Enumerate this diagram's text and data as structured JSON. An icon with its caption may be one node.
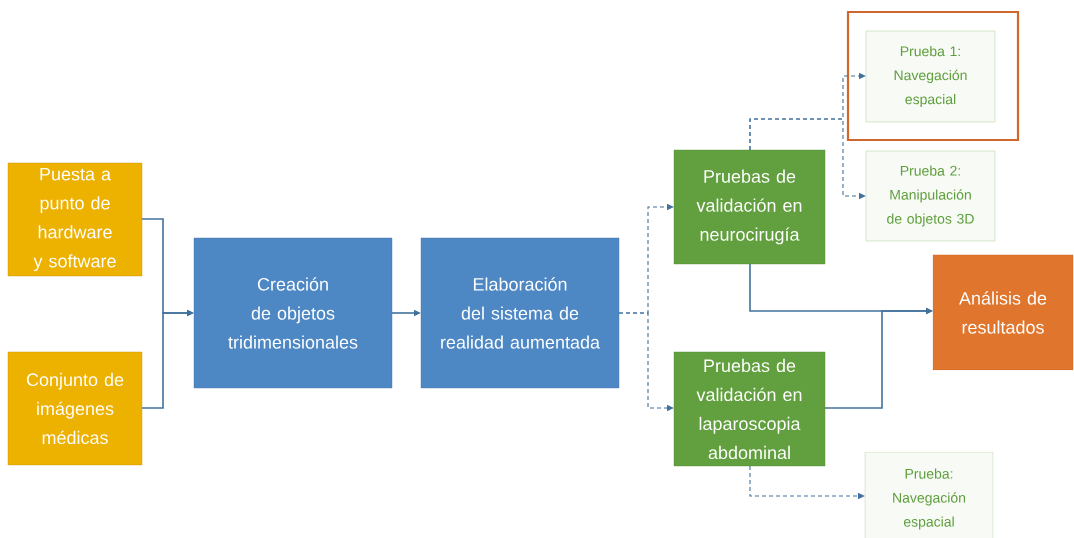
{
  "diagram": {
    "nodes": [
      {
        "text": [
          "Puesta a punto de hardware y software"
        ]
      },
      {
        "text": [
          "Conjunto de imágenes médicas"
        ]
      },
      {
        "text": [
          "Creación de objetos tridimensionales"
        ]
      },
      {
        "text": [
          "Elaboración del sistema de realidad aumentada"
        ]
      },
      {
        "text": [
          "Pruebas de validación en neurocirugía"
        ]
      },
      {
        "text": [
          "Pruebas de validación en laparoscopia abdominal"
        ]
      },
      {
        "text": [],
        "shape": "box"
      },
      {
        "text": [
          "Prueba 1: Navegación espacial"
        ],
        "in": 6
      },
      {
        "text": [
          "Prueba 2: Manipulación de objetos 3D"
        ]
      },
      {
        "text": [
          "Análisis de resultados"
        ]
      },
      {
        "text": [
          "Prueba: Navegación espacial"
        ]
      }
    ],
    "edges": [
      {
        "from": 0,
        "to": 2,
        "arrow": "to"
      },
      {
        "from": 1,
        "to": 2,
        "arrow": "to"
      },
      {
        "from": 2,
        "to": 3,
        "arrow": "to"
      },
      {
        "from": 3,
        "to": 4,
        "arrow": "to",
        "style": "dashed"
      },
      {
        "from": 3,
        "to": 5,
        "arrow": "to",
        "style": "dashed"
      },
      {
        "from": 4,
        "to": 7,
        "arrow": "to",
        "style": "dashed"
      },
      {
        "from": 4,
        "to": 8,
        "arrow": "to",
        "style": "dashed"
      },
      {
        "from": 4,
        "to": 9,
        "arrow": "to"
      },
      {
        "from": 5,
        "to": 9,
        "arrow": "to"
      },
      {
        "from": 5,
        "to": 10,
        "arrow": "to",
        "style": "dashed"
      }
    ]
  }
}
